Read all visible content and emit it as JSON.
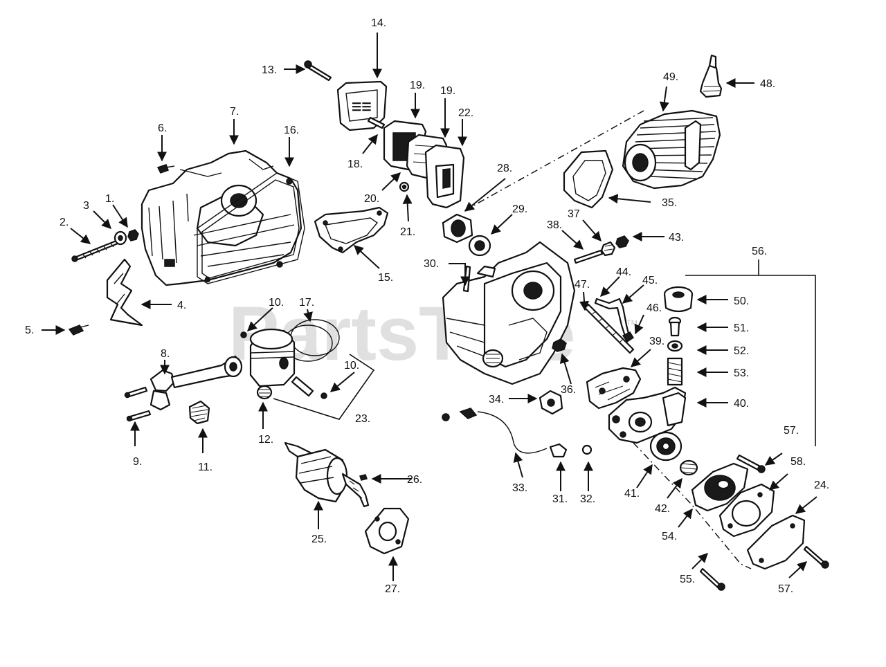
{
  "watermark": {
    "text": "PartsTree",
    "trademark": "TM"
  },
  "callouts": [
    {
      "id": "1",
      "label": "1."
    },
    {
      "id": "2",
      "label": "2."
    },
    {
      "id": "3",
      "label": "3"
    },
    {
      "id": "4",
      "label": "4."
    },
    {
      "id": "5",
      "label": "5."
    },
    {
      "id": "6",
      "label": "6."
    },
    {
      "id": "7",
      "label": "7."
    },
    {
      "id": "8",
      "label": "8."
    },
    {
      "id": "9",
      "label": "9."
    },
    {
      "id": "10a",
      "label": "10."
    },
    {
      "id": "10b",
      "label": "10."
    },
    {
      "id": "11",
      "label": "11."
    },
    {
      "id": "12",
      "label": "12."
    },
    {
      "id": "13",
      "label": "13."
    },
    {
      "id": "14",
      "label": "14."
    },
    {
      "id": "15",
      "label": "15."
    },
    {
      "id": "16",
      "label": "16."
    },
    {
      "id": "17",
      "label": "17."
    },
    {
      "id": "18",
      "label": "18."
    },
    {
      "id": "19a",
      "label": "19."
    },
    {
      "id": "19b",
      "label": "19."
    },
    {
      "id": "20",
      "label": "20."
    },
    {
      "id": "21",
      "label": "21."
    },
    {
      "id": "22",
      "label": "22."
    },
    {
      "id": "23",
      "label": "23."
    },
    {
      "id": "24",
      "label": "24."
    },
    {
      "id": "25",
      "label": "25."
    },
    {
      "id": "26",
      "label": "26."
    },
    {
      "id": "27",
      "label": "27."
    },
    {
      "id": "28",
      "label": "28."
    },
    {
      "id": "29",
      "label": "29."
    },
    {
      "id": "30",
      "label": "30."
    },
    {
      "id": "31",
      "label": "31."
    },
    {
      "id": "32",
      "label": "32."
    },
    {
      "id": "33",
      "label": "33."
    },
    {
      "id": "34",
      "label": "34."
    },
    {
      "id": "35",
      "label": "35."
    },
    {
      "id": "36",
      "label": "36."
    },
    {
      "id": "37",
      "label": "37"
    },
    {
      "id": "38",
      "label": "38."
    },
    {
      "id": "39",
      "label": "39."
    },
    {
      "id": "40",
      "label": "40."
    },
    {
      "id": "41",
      "label": "41."
    },
    {
      "id": "42",
      "label": "42."
    },
    {
      "id": "43",
      "label": "43."
    },
    {
      "id": "44",
      "label": "44."
    },
    {
      "id": "45",
      "label": "45."
    },
    {
      "id": "46",
      "label": "46."
    },
    {
      "id": "47",
      "label": "47."
    },
    {
      "id": "48",
      "label": "48."
    },
    {
      "id": "49",
      "label": "49."
    },
    {
      "id": "50",
      "label": "50."
    },
    {
      "id": "51",
      "label": "51."
    },
    {
      "id": "52",
      "label": "52."
    },
    {
      "id": "53",
      "label": "53."
    },
    {
      "id": "54",
      "label": "54."
    },
    {
      "id": "55",
      "label": "55."
    },
    {
      "id": "56",
      "label": "56."
    },
    {
      "id": "57a",
      "label": "57."
    },
    {
      "id": "57b",
      "label": "57."
    },
    {
      "id": "58",
      "label": "58."
    }
  ],
  "colors": {
    "ink": "#111111",
    "paper": "#ffffff",
    "watermark": "#c8c8c8"
  }
}
